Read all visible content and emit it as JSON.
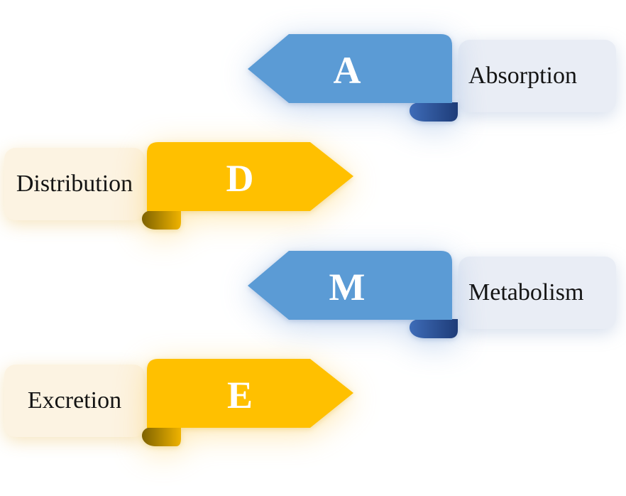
{
  "rows": [
    {
      "letter": "A",
      "label": "Absorption",
      "scheme": "blue",
      "arrow_direction": "left",
      "label_side": "right"
    },
    {
      "letter": "D",
      "label": "Distribution",
      "scheme": "gold",
      "arrow_direction": "right",
      "label_side": "left"
    },
    {
      "letter": "M",
      "label": "Metabolism",
      "scheme": "blue",
      "arrow_direction": "left",
      "label_side": "right"
    },
    {
      "letter": "E",
      "label": "Excretion",
      "scheme": "gold",
      "arrow_direction": "right",
      "label_side": "left"
    }
  ],
  "colors": {
    "blue": "#5B9BD5",
    "blue_fold_light": "#3E6CB8",
    "blue_fold_dark": "#1E3C78",
    "gold": "#FFC000",
    "gold_fold_dark": "#7E6200",
    "gold_fold_light": "#EFB300",
    "label_box_cool": "#E9EDF5",
    "label_box_warm": "#FCF3E2",
    "letter": "#FFFFFF",
    "label_text": "#141414",
    "background": "#FFFFFF"
  }
}
